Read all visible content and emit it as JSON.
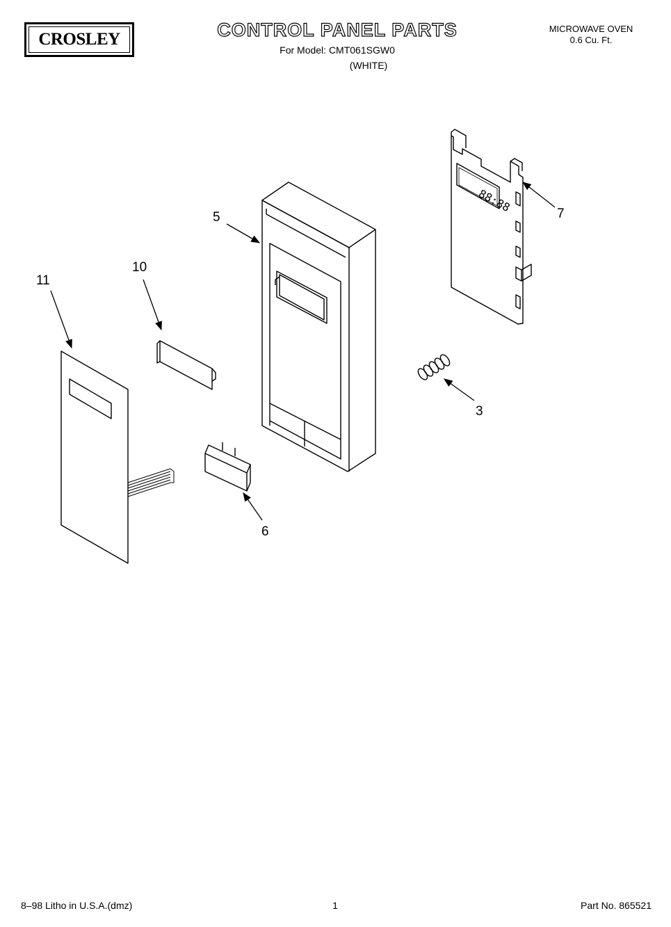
{
  "header": {
    "brand": "CROSLEY",
    "title": "CONTROL PANEL PARTS",
    "model_line": "For Model: CMT061SGW0",
    "color_line": "(WHITE)",
    "product": "MICROWAVE OVEN",
    "capacity": "0.6 Cu. Ft."
  },
  "callouts": {
    "part_11": "11",
    "part_10": "10",
    "part_5": "5",
    "part_7": "7",
    "part_3": "3",
    "part_6": "6"
  },
  "display_digits": "88:88",
  "footer": {
    "left": "8–98 Litho in U.S.A.(dmz)",
    "page": "1",
    "part_no": "Part No. 865521"
  }
}
